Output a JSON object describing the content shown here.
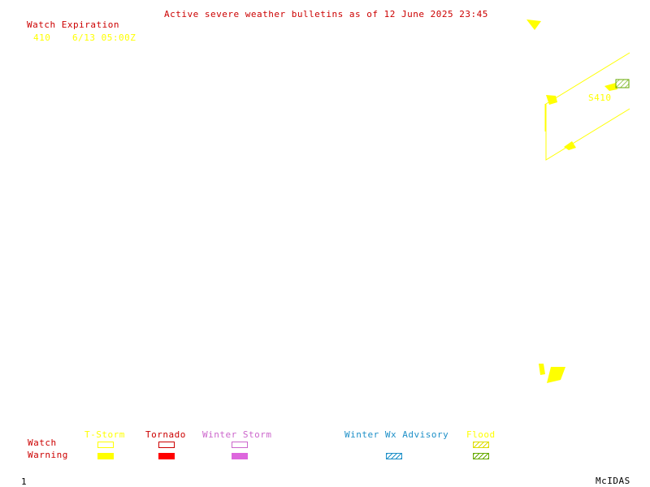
{
  "header": {
    "title": "Active severe weather bulletins as of 12 June 2025 23:45",
    "watch_heading": "Watch Expiration",
    "watch_id": "410",
    "watch_expiration": "6/13 05:00Z"
  },
  "map": {
    "watch_label": "S410",
    "colors": {
      "watch_outline": "#ffff00",
      "warning_fill": "#ffff00",
      "flood_hatch": "#66aa00",
      "title_red": "#cc0000"
    }
  },
  "legend": {
    "row_labels": {
      "watch": "Watch",
      "warning": "Warning"
    },
    "columns": [
      {
        "label": "T-Storm",
        "color": "#ffff00"
      },
      {
        "label": "Tornado",
        "color": "#cc0000"
      },
      {
        "label": "Winter Storm",
        "color": "#cc66cc"
      },
      {
        "label": "Winter Wx Advisory",
        "color": "#1e90c8"
      },
      {
        "label": "Flood",
        "color": "#ffff00"
      }
    ]
  },
  "footer": {
    "frame_number": "1",
    "brand": "McIDAS"
  }
}
